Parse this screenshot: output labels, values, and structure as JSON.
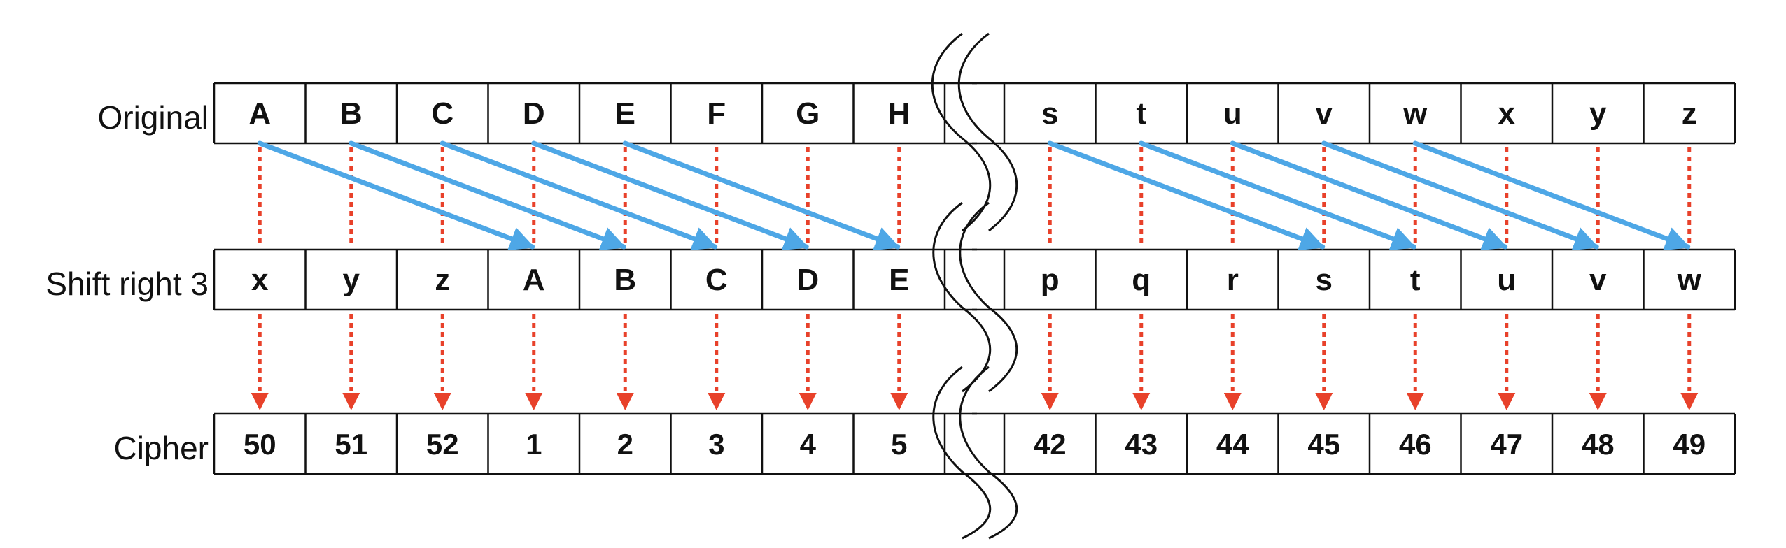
{
  "rows": {
    "original": {
      "label": "Original",
      "left": [
        "A",
        "B",
        "C",
        "D",
        "E",
        "F",
        "G",
        "H"
      ],
      "right": [
        "s",
        "t",
        "u",
        "v",
        "w",
        "x",
        "y",
        "z"
      ]
    },
    "shifted": {
      "label": "Shift right 3",
      "left": [
        "x",
        "y",
        "z",
        "A",
        "B",
        "C",
        "D",
        "E"
      ],
      "right": [
        "p",
        "q",
        "r",
        "s",
        "t",
        "u",
        "v",
        "w"
      ]
    },
    "cipher": {
      "label": "Cipher",
      "left": [
        "50",
        "51",
        "52",
        "1",
        "2",
        "3",
        "4",
        "5"
      ],
      "right": [
        "42",
        "43",
        "44",
        "45",
        "46",
        "47",
        "48",
        "49"
      ]
    }
  },
  "colors": {
    "shift_arrow": "#4EA7E6",
    "map_arrow": "#E8412A",
    "border": "#111111"
  }
}
